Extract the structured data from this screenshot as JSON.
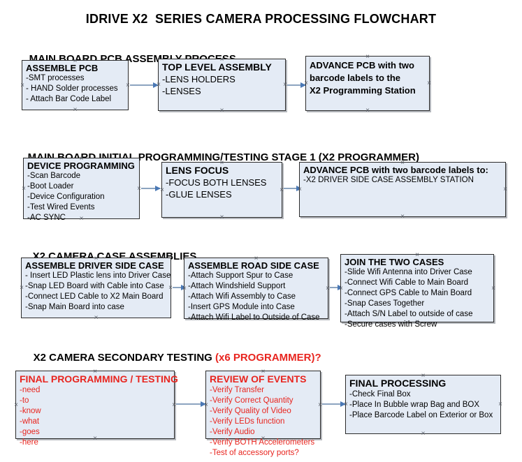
{
  "title": "IDRIVE X2  SERIES CAMERA PROCESSING FLOWCHART",
  "colors": {
    "box_fill": "#e4ebf5",
    "box_border": "#2b2b2b",
    "accent_red": "#e8251f",
    "arrow": "#8ca4c0",
    "arrow_head": "#4a78b5",
    "text": "#000000"
  },
  "sections": [
    {
      "heading": "MAIN BOARD PCB ASSEMBLY PROCESS",
      "heading_accent": ""
    },
    {
      "heading": "MAIN BOARD INITIAL PROGRAMMING/TESTING STAGE 1 (X2 PROGRAMMER)",
      "heading_accent": ""
    },
    {
      "heading": "X2 CAMERA CASE ASSEMBLIES",
      "heading_accent": ""
    },
    {
      "heading": "X2 CAMERA SECONDARY TESTING ",
      "heading_accent": "(x6 PROGRAMMER)?"
    }
  ],
  "boxes": {
    "assemble_pcb": {
      "title": "ASSEMBLE PCB",
      "lines": [
        "-SMT processes",
        "- HAND Solder processes",
        "- Attach Bar Code Label"
      ]
    },
    "top_level_assembly": {
      "title": "TOP LEVEL ASSEMBLY",
      "lines": [
        "-LENS HOLDERS",
        "-LENSES"
      ]
    },
    "advance_pcb_1": {
      "lines": [
        "ADVANCE PCB with two",
        "barcode labels to the",
        " X2 Programming Station"
      ]
    },
    "device_programming": {
      "title": "DEVICE PROGRAMMING",
      "lines": [
        "-Scan Barcode",
        "-Boot Loader",
        "-Device Configuration",
        "-Test Wired Events",
        "-AC SYNC"
      ]
    },
    "lens_focus": {
      "title": "LENS FOCUS",
      "lines": [
        "-FOCUS BOTH LENSES",
        "-GLUE LENSES"
      ]
    },
    "advance_pcb_2": {
      "title": "ADVANCE PCB with two barcode labels to:",
      "lines": [
        "-X2 DRIVER  SIDE  CASE  ASSEMBLY STATION"
      ]
    },
    "assemble_driver_side_case": {
      "title": "ASSEMBLE DRIVER SIDE CASE",
      "lines": [
        "- Insert LED Plastic lens into Driver Case",
        "-Snap LED Board with Cable into Case",
        "-Connect LED Cable to X2 Main Board",
        "-Snap Main Board into case"
      ]
    },
    "assemble_road_side_case": {
      "title": "ASSEMBLE ROAD SIDE CASE",
      "lines": [
        "-Attach Support Spur to Case",
        "-Attach Windshield Support",
        "-Attach Wifi Assembly to Case",
        "-Insert GPS Module into Case",
        "-Attach Wifi Label to Outside of Case"
      ]
    },
    "join_the_two_cases": {
      "title": "JOIN THE TWO CASES",
      "lines": [
        "-Slide Wifi Antenna into Driver Case",
        "-Connect Wifi Cable to Main Board",
        "-Connect GPS Cable to Main Board",
        "-Snap Cases Together",
        "-Attach S/N Label to outside of case",
        "-Secure cases with Screw"
      ]
    },
    "final_programming_testing": {
      "title": "FINAL PROGRAMMING / TESTING",
      "lines": [
        "-need",
        "-to",
        "-know",
        "-what",
        "-goes",
        "-here"
      ]
    },
    "review_of_events": {
      "title": "REVIEW OF EVENTS",
      "lines": [
        "-Verify Transfer",
        "-Verify Correct Quantity",
        "-Verify Quality of Video",
        "-Verify LEDs function",
        "-Verify Audio",
        "-Verify BOTH Accelerometers",
        "-Test of accessory ports?"
      ]
    },
    "final_processing": {
      "title": "FINAL PROCESSING",
      "lines": [
        " -Check Final Box",
        "-Place In Bubble wrap Bag and BOX",
        "-Place Barcode Label on Exterior or Box"
      ]
    }
  },
  "handle_glyph": "×"
}
